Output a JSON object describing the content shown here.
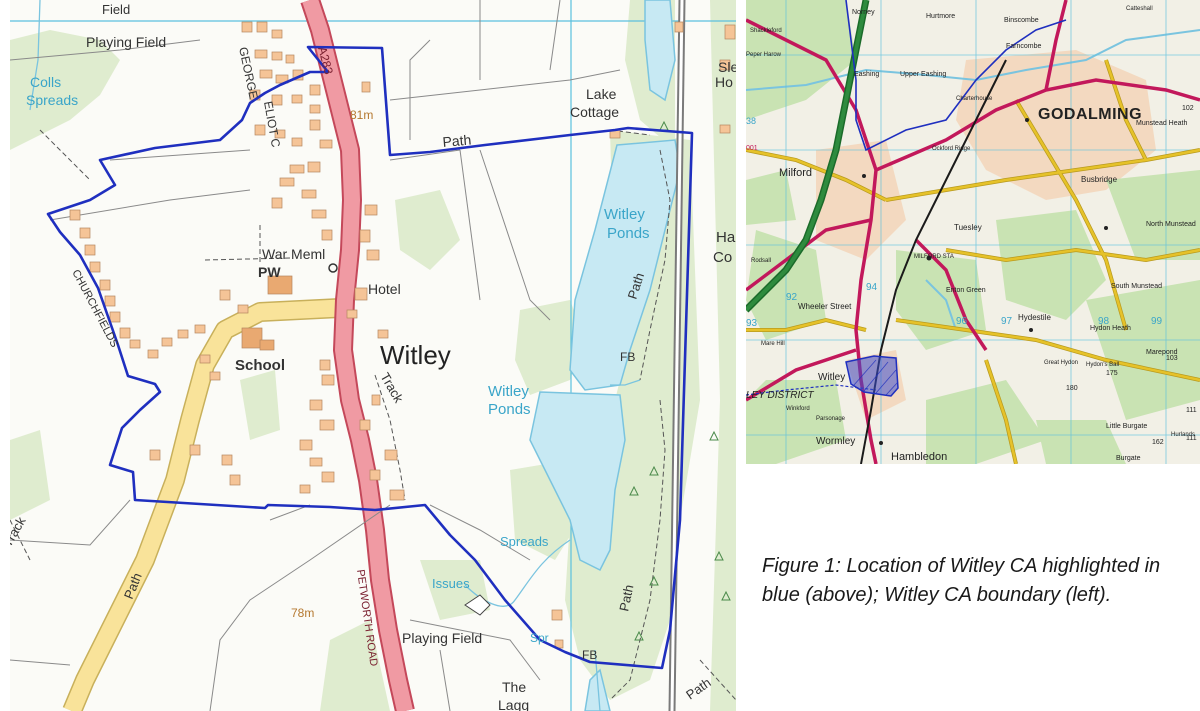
{
  "main_map": {
    "labels": {
      "field_top": "Field",
      "playing_field_top": "Playing Field",
      "colls": "Colls",
      "spreads_left": "Spreads",
      "george": "GEORGE",
      "eliot": "ELIOT C",
      "road_a283": "A283",
      "height_81": "81m",
      "lake": "Lake",
      "cottage": "Cottage",
      "path_top": "Path",
      "sle": "Sle",
      "ho": "Ho",
      "war_meml": "War Meml",
      "pw": "PW",
      "hotel": "Hotel",
      "churchfields": "CHURCHFIELDS",
      "school": "School",
      "village": "Witley",
      "track_mid": "Track",
      "witley_ponds_top_1": "Witley",
      "witley_ponds_top_2": "Ponds",
      "path_right": "Path",
      "ha": "Ha",
      "co": "Co",
      "fb_top": "FB",
      "witley_ponds_mid_1": "Witley",
      "witley_ponds_mid_2": "Ponds",
      "track_left": "Track",
      "path_left": "Path",
      "petworth_road": "PETWORTH ROAD",
      "spreads_bottom": "Spreads",
      "issues": "Issues",
      "height_78": "78m",
      "playing_field_bottom": "Playing Field",
      "spr": "Spr",
      "fb_bottom": "FB",
      "path_lower_right": "Path",
      "path_corner": "Path",
      "the": "The",
      "lagg": "Lagg"
    },
    "colors": {
      "background": "#fbfbf7",
      "wood": "#dfeccf",
      "water": "#c7e9f3",
      "water_edge": "#7ac4df",
      "a_road": "#f09aa3",
      "a_road_edge": "#c4485a",
      "minor_road": "#f9e39a",
      "minor_road_edge": "#c8b05b",
      "building": "#f5c497",
      "boundary": "#1f2fbf",
      "grid": "#5bc0de"
    }
  },
  "inset_map": {
    "labels": {
      "godalming": "GODALMING",
      "milford": "Milford",
      "witley": "Witley",
      "hambledon": "Hambledon",
      "wormley": "Wormley",
      "district": "LEY DISTRICT",
      "tuesley": "Tuesley",
      "busbridge": "Busbridge",
      "hydestile": "Hydestile",
      "eashing": "Eashing",
      "upper_eashing": "Upper Eashing",
      "enton_green": "Enton Green",
      "wheeler_street": "Wheeler Street",
      "milford_sta": "MILFORD STA",
      "binscombe": "Binscombe",
      "farncombe": "Farncombe",
      "hurtmore": "Hurtmore",
      "norney": "Norney",
      "shackleford": "Shackleford",
      "peper_harow": "Peper Harow",
      "catteshall": "Catteshall",
      "charterhouse": "Charterhouse",
      "ockford_ridge": "Ockford Ridge",
      "hydon_heath": "Hydon Heath",
      "north_munstead": "North Munstead",
      "south_munstead": "South Munstead",
      "munstead_heath": "Munstead Heath",
      "great_hydon": "Great Hydon",
      "hydons_ball": "Hydon's Ball",
      "little_burgate": "Little Burgate",
      "burgate": "Burgate",
      "marepond": "Marepond",
      "hurlands": "Hurlands",
      "mare_hill": "Mare Hill",
      "rodsall": "Rodsall",
      "parsonage": "Parsonage",
      "winkford": "Winkford",
      "grid_92": "92",
      "grid_94": "94",
      "grid_96": "96",
      "grid_97": "97",
      "grid_98": "98",
      "grid_99": "99",
      "grid_93": "93",
      "grid_38": "38",
      "grid_001": "001",
      "grid_102": "102",
      "grid_162": "162",
      "grid_111": "111",
      "grid_103": "103",
      "grid_175": "175",
      "grid_111b": "111",
      "grid_180": "180"
    },
    "colors": {
      "background": "#f2f0e6",
      "wood": "#c9e3b3",
      "urban": "#f3d9c0",
      "a_road": "#c2185b",
      "b_road": "#e6c229",
      "primary": "#2e8b3e",
      "railway": "#1a1a1a",
      "boundary": "#1f2fbf",
      "highlight": "#3d4fcf",
      "grid": "#5bc0de"
    }
  },
  "caption": {
    "text": "Figure 1: Location of Witley CA highlighted in blue (above); Witley CA boundary (left)."
  }
}
